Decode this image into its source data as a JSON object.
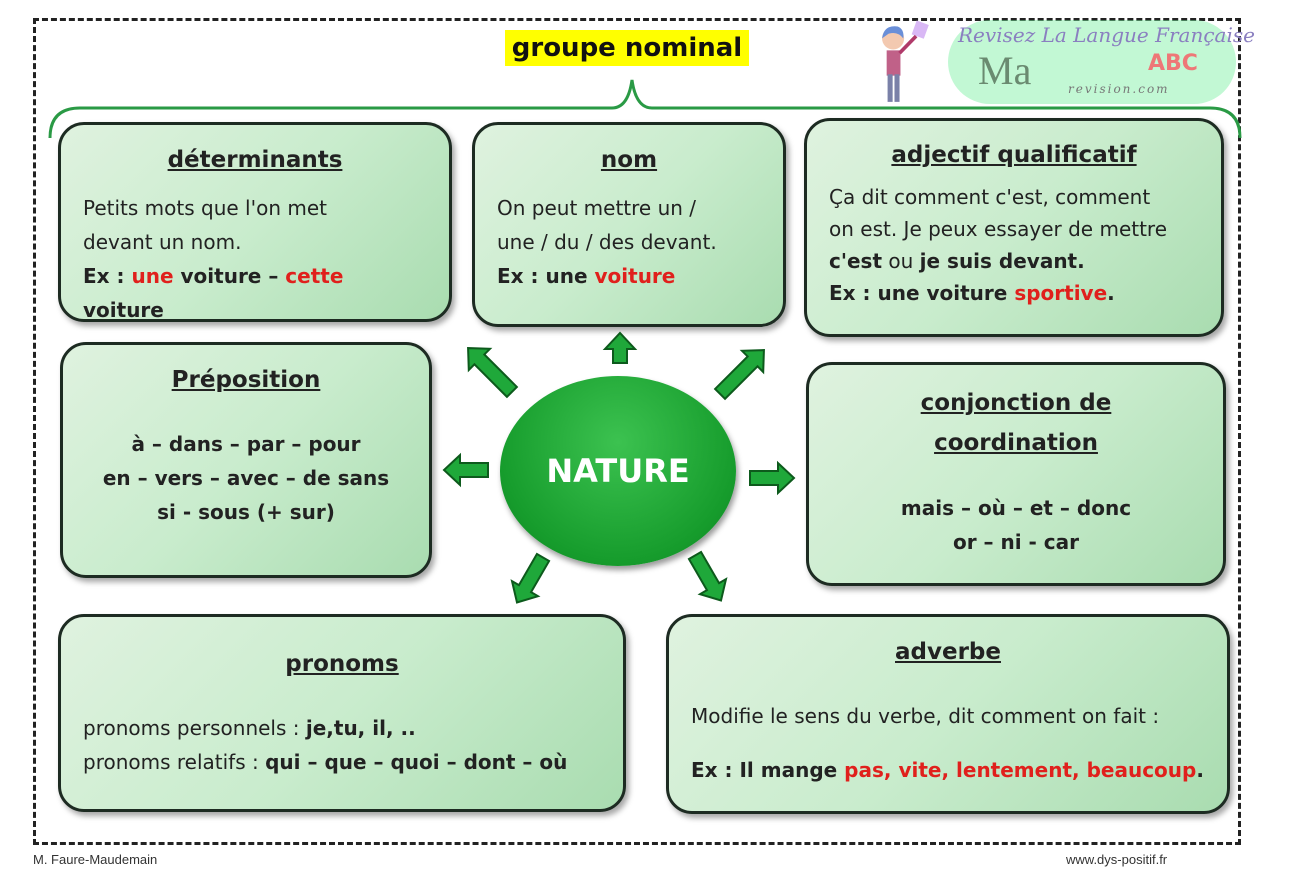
{
  "title": "groupe nominal",
  "center": "NATURE",
  "colors": {
    "green": "#169c2c",
    "red": "#e0201c",
    "highlight": "#ffff00"
  },
  "boxes": {
    "determinants": {
      "heading": "déterminants",
      "line1": "Petits mots que l'on met",
      "line2": "devant un nom.",
      "ex": "Ex : ",
      "ex1": "une",
      "ex2": " voiture – ",
      "ex3": "cette",
      "ex4": " voiture"
    },
    "nom": {
      "heading": "nom",
      "line1": "On peut mettre un /",
      "line2": "une / du / des devant.",
      "ex": "Ex : une ",
      "ex1": "voiture"
    },
    "adjectif": {
      "heading": "adjectif qualificatif",
      "line1": "Ça dit comment c'est, comment",
      "line2": "on est. Je peux essayer de mettre",
      "line3a": "c'est",
      "line3b": " ou ",
      "line3c": "je suis devant.",
      "ex": "Ex : une voiture ",
      "ex1": "sportive",
      "ex2": "."
    },
    "preposition": {
      "heading": "Préposition",
      "line1": "à – dans – par – pour",
      "line2": "en – vers – avec – de sans",
      "line3": "si - sous (+ sur)"
    },
    "conjonction": {
      "heading1": "conjonction de",
      "heading2": "coordination",
      "line1": "mais – où – et – donc",
      "line2": "or – ni - car"
    },
    "pronoms": {
      "heading": "pronoms",
      "line1a": "pronoms personnels : ",
      "line1b": "je,tu, il, ..",
      "line2a": "pronoms relatifs : ",
      "line2b": "qui – que – quoi – dont – où"
    },
    "adverbe": {
      "heading": "adverbe",
      "line1": "Modifie le sens du verbe, dit comment on fait :",
      "ex": "Ex : Il mange ",
      "ex1": "pas, vite, lentement, beaucoup",
      "ex2": "."
    }
  },
  "watermark": {
    "tagline": "Revisez La Langue Française",
    "brand": "Ma",
    "site": "revision.com",
    "letters": "ABC"
  },
  "footer": {
    "author": "M. Faure-Maudemain",
    "site": "www.dys-positif.fr"
  }
}
